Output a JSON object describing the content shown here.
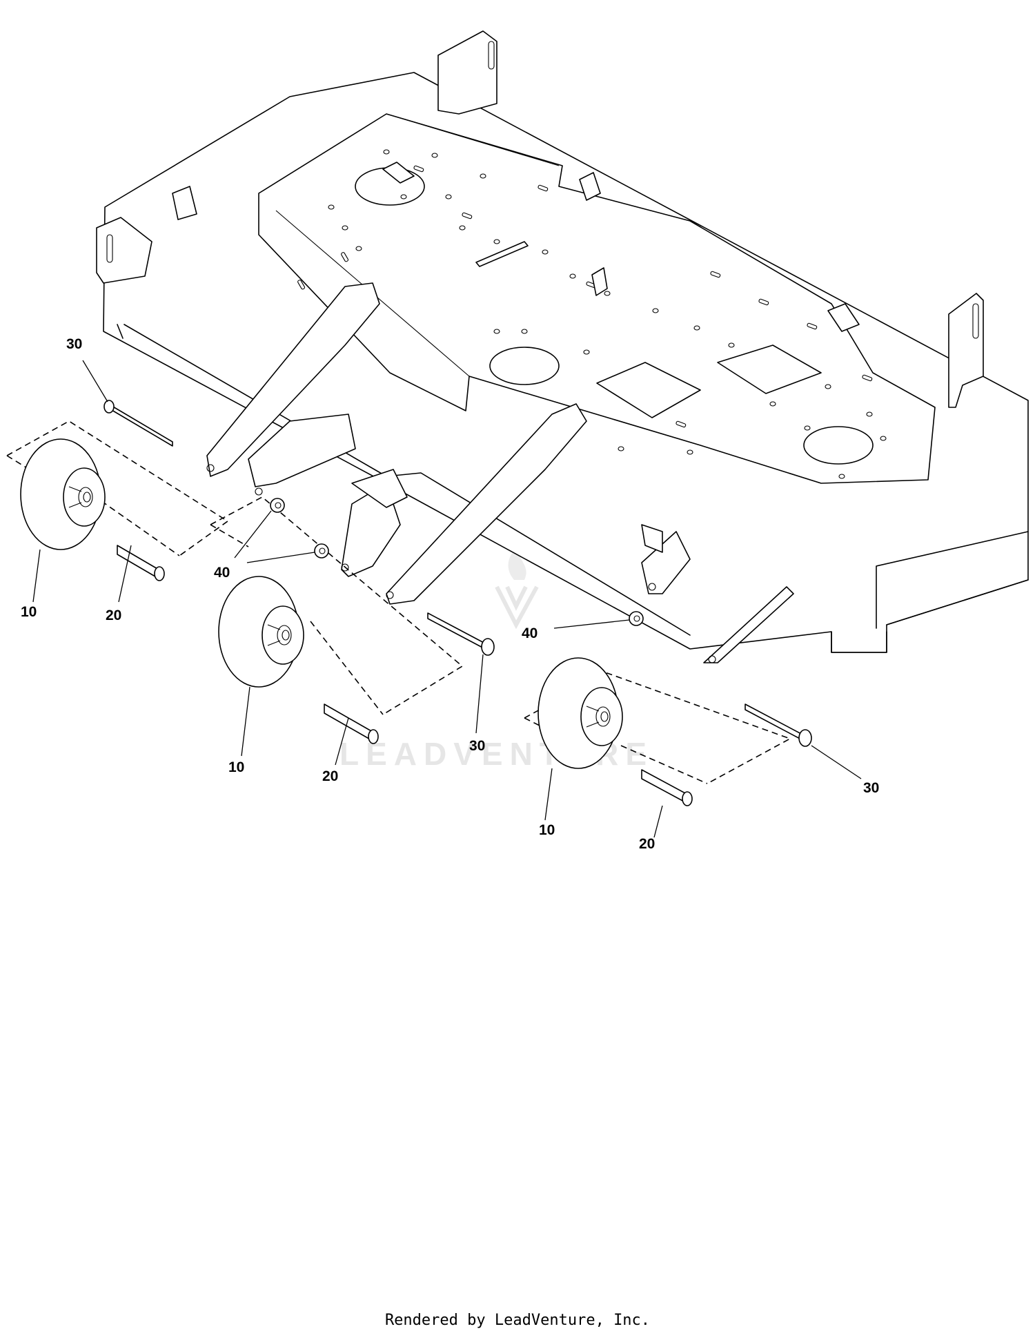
{
  "callouts": {
    "wheel": "10",
    "spacer": "20",
    "bolt": "30",
    "nut": "40"
  },
  "watermark": "LEADVENTURE",
  "footer": "Rendered by LeadVenture, Inc."
}
